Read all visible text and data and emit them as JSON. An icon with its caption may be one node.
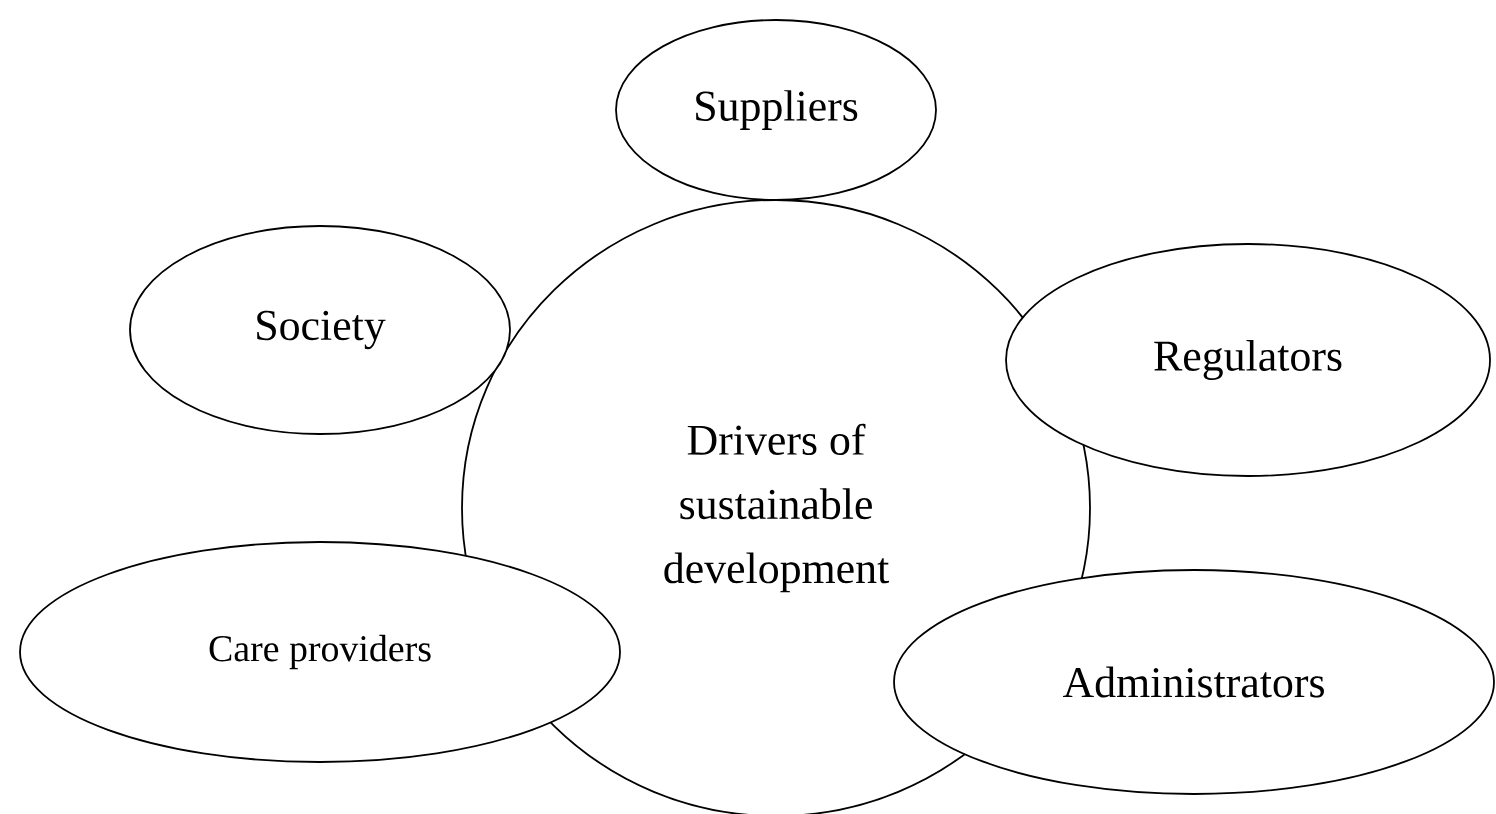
{
  "diagram": {
    "nodes": [
      {
        "text": [
          "Drivers of sustainable development"
        ]
      },
      {
        "text": [
          "Suppliers"
        ]
      },
      {
        "text": [
          "Society"
        ]
      },
      {
        "text": [
          "Regulators"
        ]
      },
      {
        "text": [
          "Care providers"
        ]
      },
      {
        "text": [
          "Administrators"
        ]
      }
    ]
  }
}
